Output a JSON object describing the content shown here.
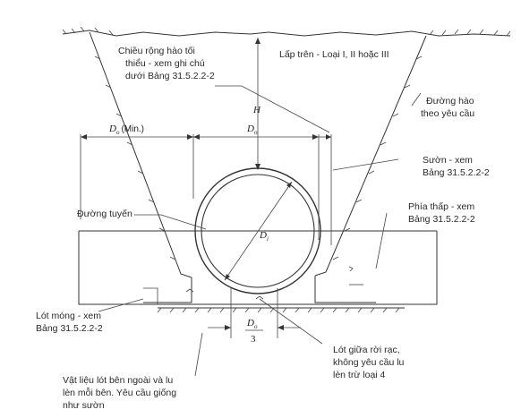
{
  "labels": {
    "min_width_line1": "Chiều rộng hào tối",
    "min_width_line2": "thiểu - xem ghi chú",
    "min_width_line3": "dưới Bảng 31.5.2.2-2",
    "backfill": "Lấp trên - Loại I, II hoặc III",
    "trench_line1": "Đường hào",
    "trench_line2": "theo yêu cầu",
    "haunch_line1": "Sườn - xem",
    "haunch_line2": "Bảng 31.5.2.2-2",
    "lower_line1": "Phía thấp - xem",
    "lower_line2": "Bảng 31.5.2.2-2",
    "springline": "Đường tuyến",
    "bedding_line1": "Lót móng - xem",
    "bedding_line2": "Bảng 31.5.2.2-2",
    "loose_line1": "Lót giữa rời rạc,",
    "loose_line2": "không yêu cầu lu",
    "loose_line3": "lèn trừ loại 4",
    "outer_line1": "Vật liệu lót bên ngoài và lu",
    "outer_line2": "lèn mỗi bên. Yêu cầu giống",
    "outer_line3": "như sườn"
  },
  "dimensions": {
    "H": "H",
    "D": "D",
    "sub_o": "o",
    "sub_i": "i",
    "min": "(Min.)",
    "denominator": "3"
  }
}
